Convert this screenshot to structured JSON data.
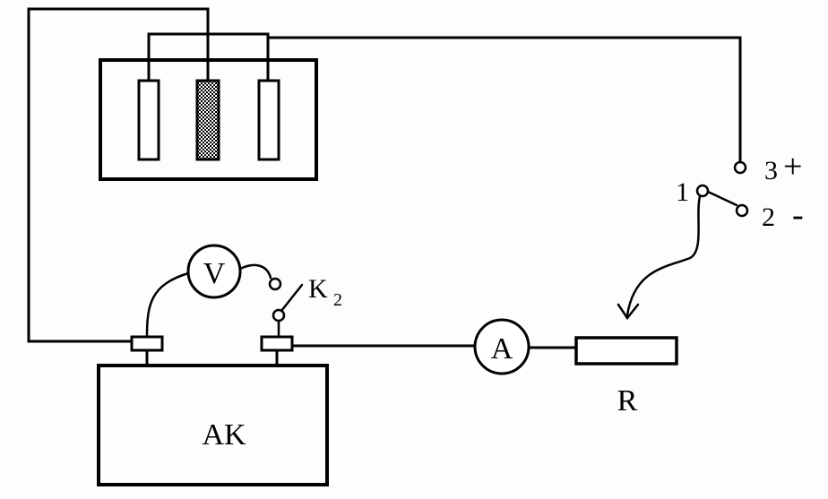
{
  "labels": {
    "voltmeter": "V",
    "ammeter": "A",
    "switch_k2": "K",
    "switch_k2_sub": "2",
    "battery": "AK",
    "resistor": "R",
    "terminal_1": "1",
    "terminal_2": "2",
    "terminal_3": "3",
    "sign_plus": "+",
    "sign_minus": "-"
  },
  "colors": {
    "ink": "#000000",
    "paper": "#fdfdfd"
  }
}
